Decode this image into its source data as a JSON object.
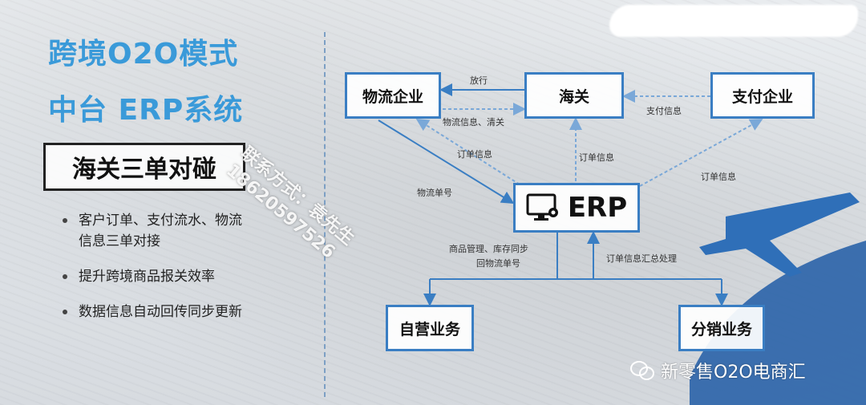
{
  "left": {
    "title_line1": "跨境O2O模式",
    "title_line2": "中台 ERP系统",
    "subtitle": "海关三单对碰",
    "bullets": [
      "客户订单、支付流水、物流信息三单对接",
      "提升跨境商品报关效率",
      "数据信息自动回传同步更新"
    ]
  },
  "nodes": {
    "logistics": "物流企业",
    "customs": "海关",
    "payment": "支付企业",
    "erp": "ERP",
    "self_operated": "自营业务",
    "distribution": "分销业务"
  },
  "edges": {
    "release": "放行",
    "logistics_info": "物流信息、清关",
    "payment_info": "支付信息",
    "order_info_logistics": "订单信息",
    "order_info_customs": "订单信息",
    "order_info_payment": "订单信息",
    "logistics_number": "物流单号",
    "goods_mgmt_line1": "商品管理、库存同步",
    "goods_mgmt_line2": "回物流单号",
    "order_summary": "订单信息汇总处理"
  },
  "watermark": {
    "line1": "联系方式：袁先生",
    "line2": "18620597526"
  },
  "credit": "新零售O2O电商汇",
  "colors": {
    "title_blue": "#3a9ad9",
    "node_border": "#3a7ec3",
    "solid_edge": "#3a7ec3",
    "dashed_edge": "#7aa8d8"
  },
  "icons": [
    "monitor-gear-icon",
    "wechat-icon",
    "airplane-icon"
  ]
}
